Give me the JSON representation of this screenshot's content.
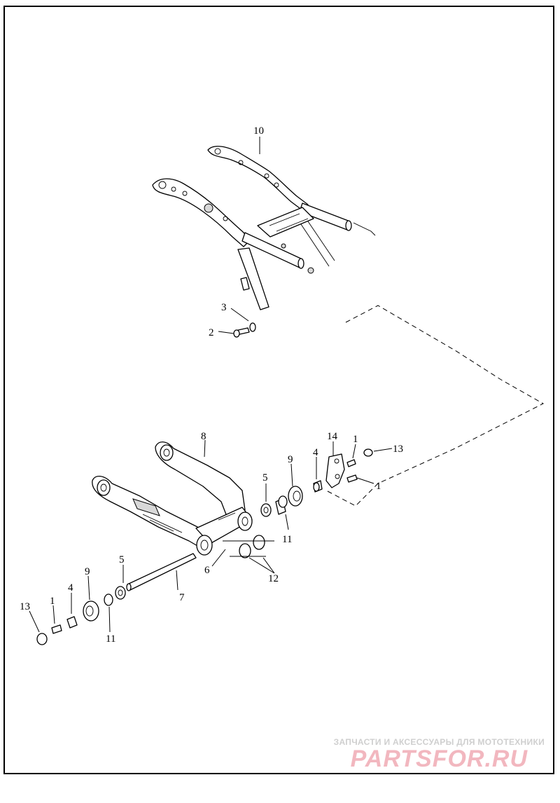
{
  "diagram": {
    "callouts": {
      "c10": "10",
      "c3": "3",
      "c2": "2",
      "c8": "8",
      "c14": "14",
      "c1a": "1",
      "c13a": "13",
      "c9a": "9",
      "c4a": "4",
      "c5a": "5",
      "c1b": "1",
      "c11a": "11",
      "c6": "6",
      "c12": "12",
      "c5b": "5",
      "c9b": "9",
      "c7": "7",
      "c4b": "4",
      "c13b": "13",
      "c1c": "1",
      "c11b": "11"
    }
  },
  "watermark": {
    "tagline": "ЗАПЧАСТИ И АКСЕССУАРЫ ДЛЯ МОТОТЕХНИКИ",
    "logo": "PARTSFOR.RU"
  }
}
